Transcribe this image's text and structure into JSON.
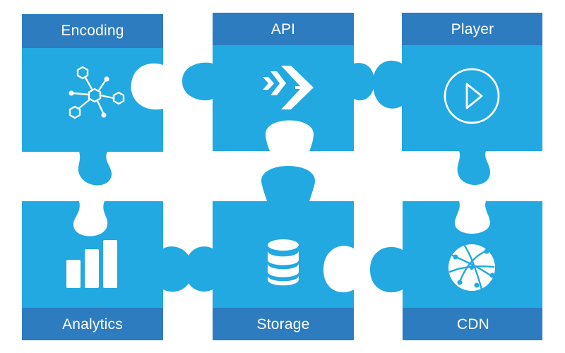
{
  "colors": {
    "piece_fill": "#22a9e1",
    "header_fill": "#2d7cbf",
    "icon_stroke": "#ffffff",
    "background": "#ffffff"
  },
  "pieces": [
    {
      "id": "encoding",
      "label": "Encoding",
      "icon": "molecule-network-icon"
    },
    {
      "id": "api",
      "label": "API",
      "icon": "fast-forward-chevrons-icon"
    },
    {
      "id": "player",
      "label": "Player",
      "icon": "play-circle-icon"
    },
    {
      "id": "analytics",
      "label": "Analytics",
      "icon": "bar-chart-icon"
    },
    {
      "id": "storage",
      "label": "Storage",
      "icon": "database-icon"
    },
    {
      "id": "cdn",
      "label": "CDN",
      "icon": "globe-network-icon"
    }
  ]
}
